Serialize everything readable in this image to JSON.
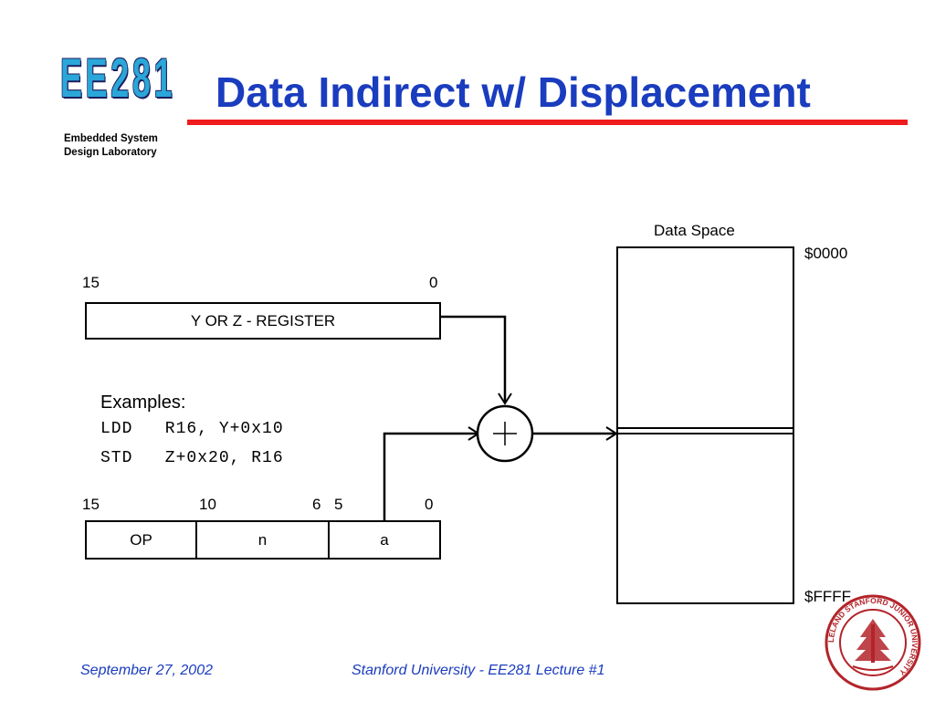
{
  "header": {
    "logo_text": "EE281",
    "subtitle_line1": "Embedded System",
    "subtitle_line2": "Design Laboratory",
    "title": "Data Indirect w/ Displacement"
  },
  "register": {
    "bit_high": "15",
    "bit_low": "0",
    "label": "Y OR Z - REGISTER"
  },
  "instruction": {
    "bit_15": "15",
    "bit_10": "10",
    "bit_6": "6",
    "bit_5": "5",
    "bit_0": "0",
    "field_op": "OP",
    "field_n": "n",
    "field_a": "a"
  },
  "examples": {
    "heading": "Examples:",
    "line1": "LDD   R16, Y+0x10",
    "line2": "STD   Z+0x20, R16"
  },
  "data_space": {
    "title": "Data Space",
    "top_address": "$0000",
    "bottom_address": "$FFFF"
  },
  "adder_symbol": "+",
  "footer": {
    "date": "September 27, 2002",
    "course": "Stanford University - EE281 Lecture #1"
  },
  "colors": {
    "title": "#1a3cbe",
    "accent_bar": "#ee1c1c",
    "logo": "#2aa7d8",
    "seal": "#b3242a"
  },
  "seal_text": "LELAND STANFORD JUNIOR UNIVERSITY"
}
